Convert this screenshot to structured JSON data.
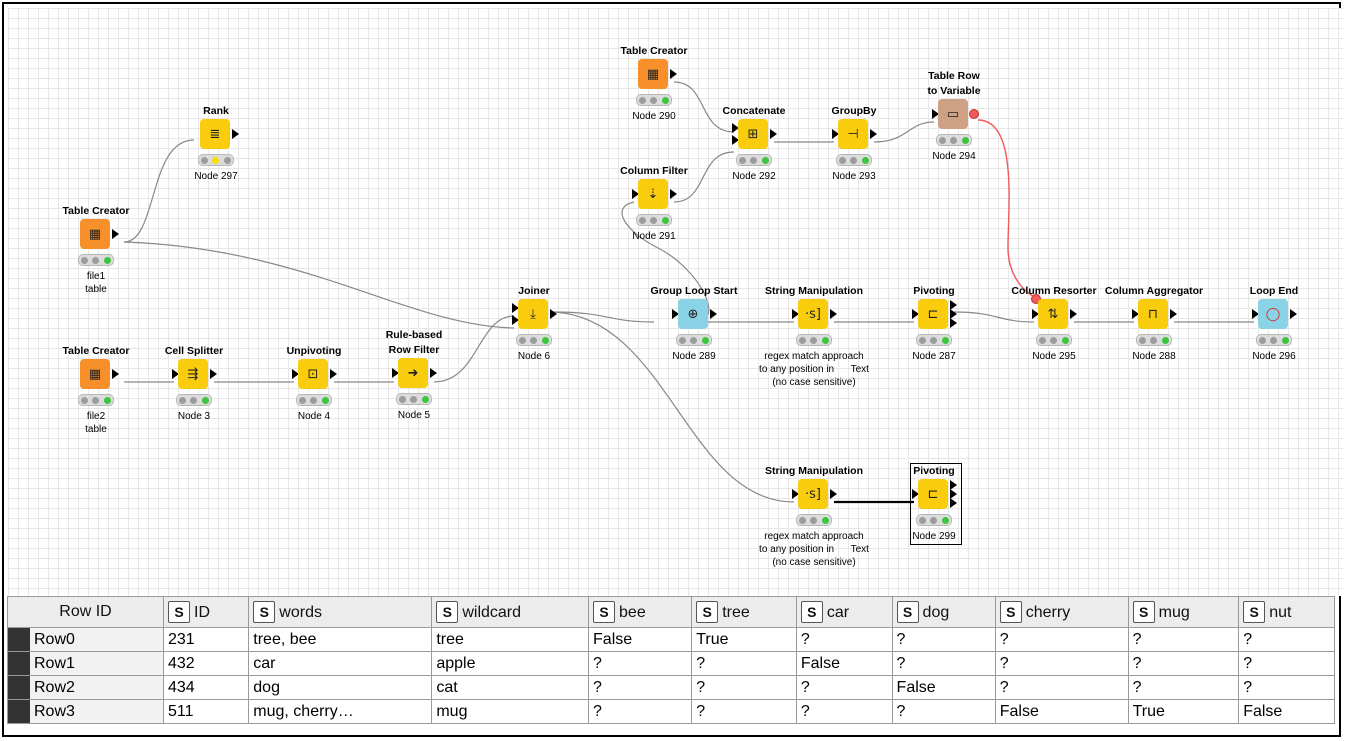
{
  "nodes": [
    {
      "title": "Rank",
      "label": "Node 297",
      "icon": "rank-icon",
      "color": "yellow",
      "glyph": "≣",
      "lights": [
        "n",
        "y",
        "n"
      ]
    },
    {
      "title": "Table Creator",
      "label": "file1\ntable",
      "icon": "table-creator-icon",
      "color": "orange",
      "glyph": "▦",
      "lights": [
        "n",
        "n",
        "g"
      ]
    },
    {
      "title": "Table Creator",
      "label": "file2\ntable",
      "icon": "table-creator-icon",
      "color": "orange",
      "glyph": "▦",
      "lights": [
        "n",
        "n",
        "g"
      ]
    },
    {
      "title": "Cell Splitter",
      "label": "Node 3",
      "icon": "cell-splitter-icon",
      "color": "yellow",
      "glyph": "⇶",
      "lights": [
        "n",
        "n",
        "g"
      ]
    },
    {
      "title": "Unpivoting",
      "label": "Node 4",
      "icon": "unpivoting-icon",
      "color": "yellow",
      "glyph": "⊡",
      "lights": [
        "n",
        "n",
        "g"
      ]
    },
    {
      "title": "Rule-based\nRow Filter",
      "label": "Node 5",
      "icon": "row-filter-icon",
      "color": "yellow",
      "glyph": "➜",
      "lights": [
        "n",
        "n",
        "g"
      ]
    },
    {
      "title": "Joiner",
      "label": "Node 6",
      "icon": "joiner-icon",
      "color": "yellow",
      "glyph": "⤓",
      "lights": [
        "n",
        "n",
        "g"
      ]
    },
    {
      "title": "Table Creator",
      "label": "Node 290",
      "icon": "table-creator-icon",
      "color": "orange",
      "glyph": "▦",
      "lights": [
        "n",
        "n",
        "g"
      ]
    },
    {
      "title": "Column Filter",
      "label": "Node 291",
      "icon": "column-filter-icon",
      "color": "yellow",
      "glyph": "⇣",
      "lights": [
        "n",
        "n",
        "g"
      ]
    },
    {
      "title": "Concatenate",
      "label": "Node 292",
      "icon": "concatenate-icon",
      "color": "yellow",
      "glyph": "⊞",
      "lights": [
        "n",
        "n",
        "g"
      ]
    },
    {
      "title": "GroupBy",
      "label": "Node 293",
      "icon": "groupby-icon",
      "color": "yellow",
      "glyph": "⊣",
      "lights": [
        "n",
        "n",
        "g"
      ]
    },
    {
      "title": "Table Row\nto Variable",
      "label": "Node 294",
      "icon": "row-to-variable-icon",
      "color": "brown",
      "glyph": "▭",
      "lights": [
        "n",
        "n",
        "g"
      ]
    },
    {
      "title": "Group Loop Start",
      "label": "Node 289",
      "icon": "loop-start-icon",
      "color": "blue",
      "glyph": "⊕",
      "lights": [
        "n",
        "n",
        "g"
      ]
    },
    {
      "title": "String Manipulation",
      "label": "regex match approach\nto any position in      Text\n(no case sensitive)",
      "icon": "string-manipulation-icon",
      "color": "yellow",
      "glyph": "·s]",
      "lights": [
        "n",
        "n",
        "g"
      ]
    },
    {
      "title": "Pivoting",
      "label": "Node 287",
      "icon": "pivoting-icon",
      "color": "yellow",
      "glyph": "⊏",
      "lights": [
        "n",
        "n",
        "g"
      ]
    },
    {
      "title": "Column Resorter",
      "label": "Node 295",
      "icon": "column-resorter-icon",
      "color": "yellow",
      "glyph": "⇅",
      "lights": [
        "n",
        "n",
        "g"
      ]
    },
    {
      "title": "Column Aggregator",
      "label": "Node 288",
      "icon": "column-aggregator-icon",
      "color": "yellow",
      "glyph": "⊓",
      "lights": [
        "n",
        "n",
        "g"
      ]
    },
    {
      "title": "Loop End",
      "label": "Node 296",
      "icon": "loop-end-icon",
      "color": "blue",
      "glyph": "◯",
      "lights": [
        "n",
        "n",
        "g"
      ]
    },
    {
      "title": "String Manipulation",
      "label": "regex match approach\nto any position in      Text\n(no case sensitive)",
      "icon": "string-manipulation-icon",
      "color": "yellow",
      "glyph": "·s]",
      "lights": [
        "n",
        "n",
        "g"
      ]
    },
    {
      "title": "Pivoting",
      "label": "Node 299",
      "icon": "pivoting-icon",
      "color": "yellow",
      "glyph": "⊏",
      "lights": [
        "n",
        "n",
        "g"
      ]
    }
  ],
  "table": {
    "header_row_id": "Row ID",
    "type_badge": "S",
    "columns": [
      "ID",
      "words",
      "wildcard",
      "bee",
      "tree",
      "car",
      "dog",
      "cherry",
      "mug",
      "nut"
    ],
    "rows": [
      {
        "id": "Row0",
        "cells": [
          "231",
          "tree, bee",
          "tree",
          "False",
          "True",
          "?",
          "?",
          "?",
          "?",
          "?"
        ]
      },
      {
        "id": "Row1",
        "cells": [
          "432",
          "car",
          "apple",
          "?",
          "?",
          "False",
          "?",
          "?",
          "?",
          "?"
        ]
      },
      {
        "id": "Row2",
        "cells": [
          "434",
          "dog",
          "cat",
          "?",
          "?",
          "?",
          "False",
          "?",
          "?",
          "?"
        ]
      },
      {
        "id": "Row3",
        "cells": [
          "511",
          "mug, cherry…",
          "mug",
          "?",
          "?",
          "?",
          "?",
          "False",
          "True",
          "False"
        ]
      }
    ]
  },
  "colors": {
    "orange": "#f7902a",
    "yellow": "#f9cd0e",
    "blue": "#8ad3e6",
    "brown": "#cfa184",
    "variable_link": "#f25a5a",
    "missing": "#e42020"
  }
}
